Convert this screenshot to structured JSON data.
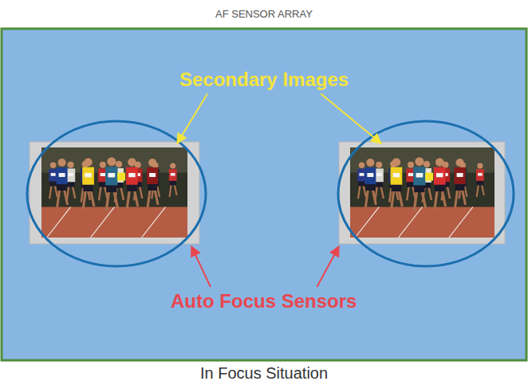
{
  "diagram": {
    "title": "AF SENSOR ARRAY",
    "caption": "In Focus Situation",
    "labels": [
      "Secondary Images",
      "Auto Focus Sensors"
    ]
  }
}
